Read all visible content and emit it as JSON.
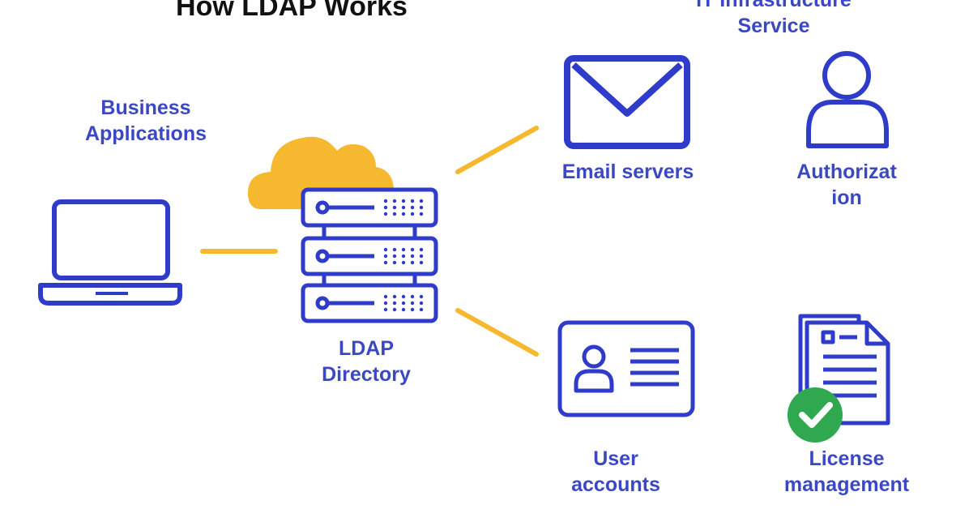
{
  "title": "How LDAP Works",
  "infra_label": "IT Infrastructure\nService",
  "business_label": "Business\nApplications",
  "ldap_label": "LDAP\nDirectory",
  "email_label": "Email servers",
  "auth_label": "Authorizat\nion",
  "user_label": "User\naccounts",
  "license_label": "License\nmanagement",
  "colors": {
    "blue": "#2f3bc9",
    "label_blue": "#3b48c4",
    "yellow": "#f5b82e",
    "green": "#2fa84f",
    "title": "#111111"
  }
}
